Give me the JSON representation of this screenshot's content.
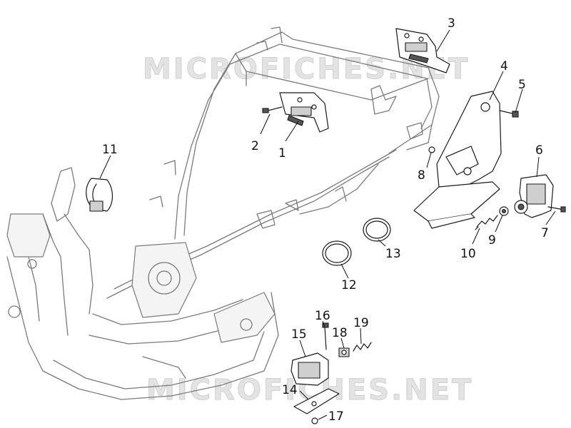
{
  "watermark": {
    "text_top": "MICROFICHES.NET",
    "text_bottom": "MICROFICHES.NET"
  },
  "callouts": [
    {
      "id": "1",
      "label": "1"
    },
    {
      "id": "2",
      "label": "2"
    },
    {
      "id": "3",
      "label": "3"
    },
    {
      "id": "4",
      "label": "4"
    },
    {
      "id": "5",
      "label": "5"
    },
    {
      "id": "6",
      "label": "6"
    },
    {
      "id": "7",
      "label": "7"
    },
    {
      "id": "8",
      "label": "8"
    },
    {
      "id": "9",
      "label": "9"
    },
    {
      "id": "10",
      "label": "10"
    },
    {
      "id": "11",
      "label": "11"
    },
    {
      "id": "12",
      "label": "12"
    },
    {
      "id": "13",
      "label": "13"
    },
    {
      "id": "14",
      "label": "14"
    },
    {
      "id": "15",
      "label": "15"
    },
    {
      "id": "16",
      "label": "16"
    },
    {
      "id": "17",
      "label": "17"
    },
    {
      "id": "18",
      "label": "18"
    },
    {
      "id": "19",
      "label": "19"
    }
  ]
}
